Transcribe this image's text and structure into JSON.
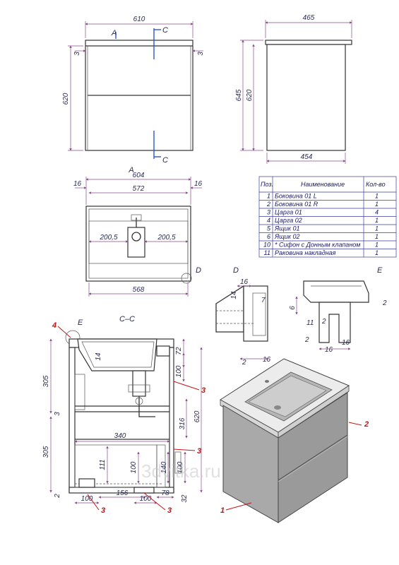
{
  "front_view": {
    "width": "610",
    "height": "620",
    "side_gap_left": "3",
    "side_gap_right": "3",
    "section_mark_a": "A",
    "section_mark_c_top": "C",
    "section_mark_c_bottom": "C"
  },
  "side_view": {
    "top_depth": "465",
    "bottom_depth": "454",
    "total_height": "645",
    "body_height": "620"
  },
  "plan_view": {
    "title": "A",
    "overall": "604",
    "inner": "572",
    "edge_left": "16",
    "edge_right": "16",
    "offset_left": "200,5",
    "offset_right": "200,5",
    "bottom": "568",
    "detail_mark": "D"
  },
  "detail_d": {
    "title": "D",
    "dims": [
      "16",
      "14",
      "7",
      "16",
      "2"
    ]
  },
  "detail_e": {
    "title": "E",
    "dims": [
      "2",
      "6",
      "11",
      "2",
      "16",
      "2",
      "16"
    ]
  },
  "section_cc": {
    "title": "C–C",
    "detail_mark": "E",
    "callout_4": "4",
    "left_dims": [
      "305",
      "3",
      "305",
      "2"
    ],
    "right_dims": [
      "72",
      "100",
      "620",
      "316",
      "100",
      "140",
      "32"
    ],
    "inner_dims": [
      "14",
      "340",
      "111",
      "100"
    ],
    "bottom_dims": [
      "100",
      "156",
      "100",
      "78"
    ],
    "callouts": [
      "3",
      "3",
      "3",
      "3"
    ]
  },
  "render": {
    "callouts": [
      "2",
      "1"
    ],
    "watermark": "3dvitka.ru"
  },
  "parts_table": {
    "headers": [
      "Поз.",
      "Наименование",
      "Кол-во"
    ],
    "rows": [
      [
        "1",
        "Боковина 01 L",
        "1"
      ],
      [
        "2",
        "Боковина 01 R",
        "1"
      ],
      [
        "3",
        "Царга 01",
        "4"
      ],
      [
        "4",
        "Царга 02",
        "1"
      ],
      [
        "5",
        "Ящик 01",
        "1"
      ],
      [
        "6",
        "Ящик 02",
        "1"
      ],
      [
        "10",
        "* Сифон с Донным клапаном",
        "1"
      ],
      [
        "11",
        "Раковина накладная",
        "1"
      ]
    ]
  },
  "colors": {
    "dimension": "#8a4c8a",
    "outline": "#333333",
    "callout": "#cc1111",
    "section": "#3355cc",
    "table": "#3a3aa0"
  }
}
